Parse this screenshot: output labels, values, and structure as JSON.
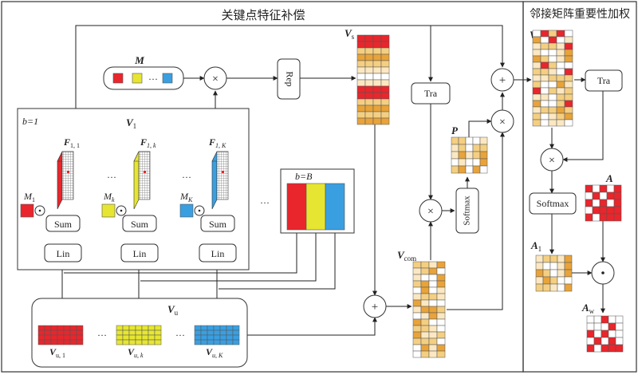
{
  "titles": {
    "left": "关键点特征补偿",
    "right": "邻接矩阵重要性加权"
  },
  "labels": {
    "M": "M",
    "Vs": "V",
    "Vs_sub": "s",
    "V": "V",
    "Vcom": "V",
    "Vcom_sub": "com",
    "P": "P",
    "A": "A",
    "A1": "A",
    "A1_sub": "1",
    "Aw": "A",
    "Aw_sub": "w",
    "Vu": "V",
    "Vu_sub": "u",
    "V1": "V",
    "V1_sub": "1",
    "b1": "b=1",
    "bB": "b=B",
    "dots": "···",
    "F11": "F",
    "F11_sub": "1, 1",
    "F1k": "F",
    "F1k_sub": "1, k",
    "F1K": "F",
    "F1K_sub": "1, K",
    "M1": "M",
    "M1_sub": "1",
    "Mk": "M",
    "Mk_sub": "k",
    "MK": "M",
    "MK_sub": "K",
    "Vu1": "V",
    "Vu1_sub": "u, 1",
    "Vuk": "V",
    "Vuk_sub": "u, k",
    "VuK": "V",
    "VuK_sub": "u, K"
  },
  "ops": {
    "rep": "Rep",
    "tra1": "Tra",
    "tra2": "Tra",
    "softmax1": "Softmax",
    "softmax2": "Softmax",
    "sum": "Sum",
    "lin": "Lin",
    "times": "×",
    "plus": "+",
    "odot": "⊙",
    "dot": "·"
  },
  "colors": {
    "red": "#e8262c",
    "yellow": "#e6e632",
    "blue": "#3a9fe0",
    "orange": "#e8a33a",
    "light_orange": "#f4cf82",
    "pale": "#fbe8c2"
  }
}
